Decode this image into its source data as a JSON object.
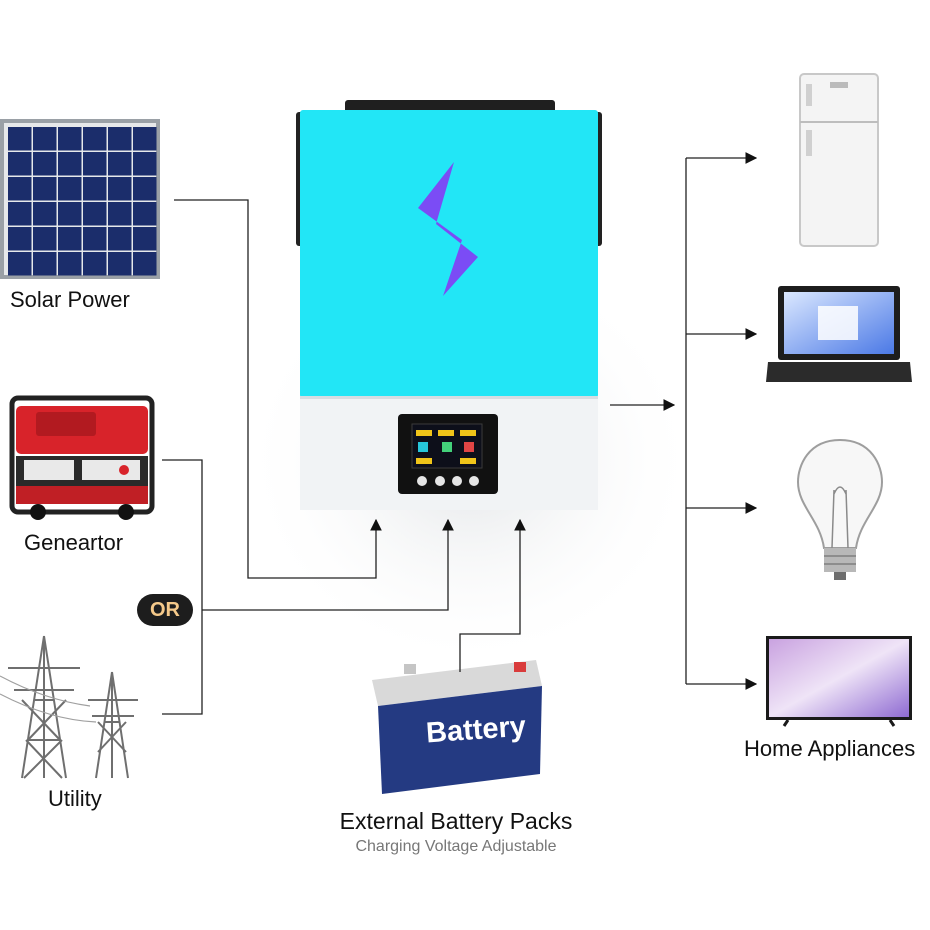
{
  "labels": {
    "solar": "Solar Power",
    "generator": "Geneartor",
    "utility": "Utility",
    "or": "OR",
    "battery": "Battery",
    "battery_caption": "External Battery Packs",
    "battery_subcaption": "Charging Voltage Adjustable",
    "appliances": "Home Appliances"
  },
  "colors": {
    "inverter_top": "#22e6f6",
    "inverter_bottom": "#f1f3f5",
    "bolt": "#7b4cf5",
    "battery_body": "#243a82",
    "generator": "#d8232a",
    "or_badge_bg": "#1d1d1d",
    "or_badge_text": "#f5c98a",
    "solar_cell": "#1b2d6b",
    "line": "#222222"
  },
  "icons": {
    "solar": "solar-panel-icon",
    "generator": "generator-icon",
    "utility": "power-tower-icon",
    "inverter": "inverter-icon",
    "battery": "battery-icon",
    "fridge": "refrigerator-icon",
    "laptop": "laptop-icon",
    "bulb": "light-bulb-icon",
    "tv": "television-icon"
  }
}
